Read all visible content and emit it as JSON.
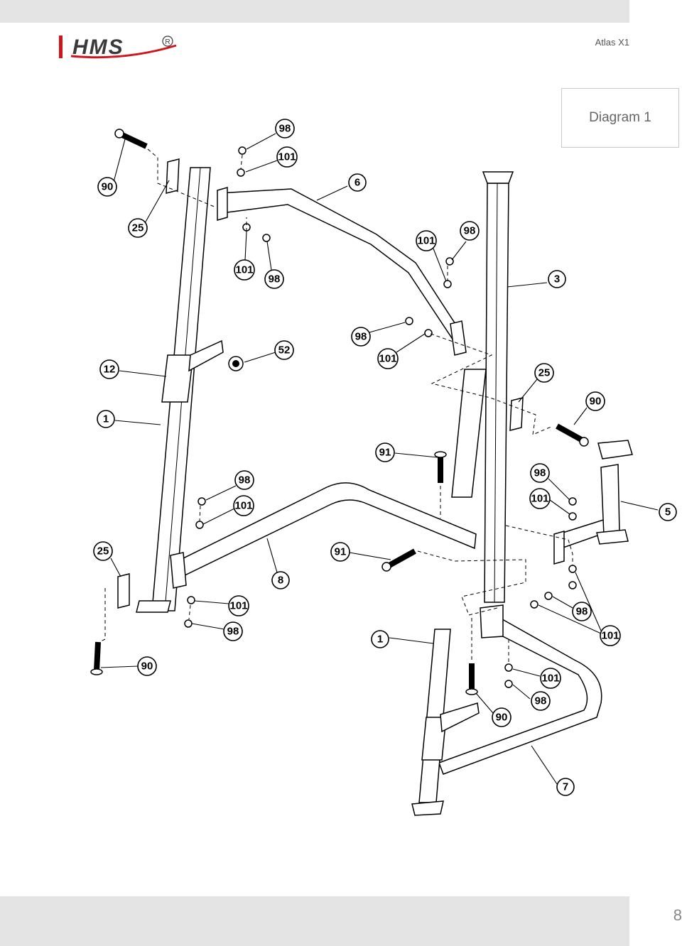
{
  "header": {
    "brand": "HMS",
    "brand_mark": "R",
    "model": "Atlas X1"
  },
  "diagram_label": "Diagram 1",
  "page_number": "8",
  "parts": [
    "1",
    "3",
    "5",
    "6",
    "7",
    "8",
    "12",
    "25",
    "52",
    "90",
    "91",
    "98",
    "101"
  ],
  "callouts": [
    {
      "label": "98"
    },
    {
      "label": "101"
    },
    {
      "label": "90"
    },
    {
      "label": "6"
    },
    {
      "label": "25"
    },
    {
      "label": "101"
    },
    {
      "label": "98"
    },
    {
      "label": "101"
    },
    {
      "label": "98"
    },
    {
      "label": "3"
    },
    {
      "label": "98"
    },
    {
      "label": "101"
    },
    {
      "label": "52"
    },
    {
      "label": "12"
    },
    {
      "label": "25"
    },
    {
      "label": "90"
    },
    {
      "label": "1"
    },
    {
      "label": "91"
    },
    {
      "label": "98"
    },
    {
      "label": "98"
    },
    {
      "label": "101"
    },
    {
      "label": "101"
    },
    {
      "label": "5"
    },
    {
      "label": "25"
    },
    {
      "label": "91"
    },
    {
      "label": "8"
    },
    {
      "label": "101"
    },
    {
      "label": "98"
    },
    {
      "label": "98"
    },
    {
      "label": "1"
    },
    {
      "label": "101"
    },
    {
      "label": "90"
    },
    {
      "label": "101"
    },
    {
      "label": "98"
    },
    {
      "label": "90"
    },
    {
      "label": "7"
    }
  ]
}
